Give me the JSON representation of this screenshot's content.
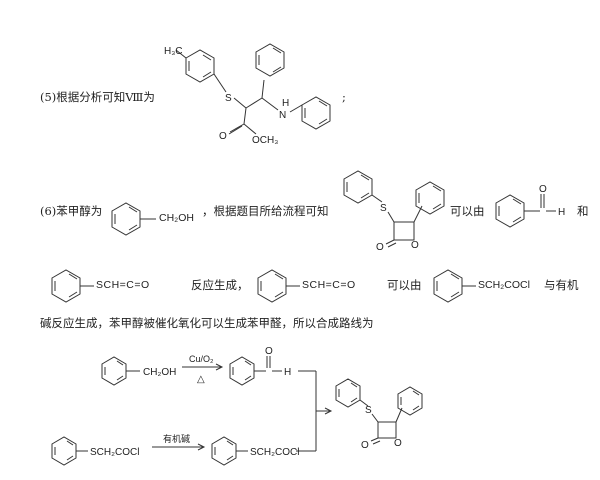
{
  "part5": {
    "intro": "(5)根据分析可知Ⅷ为",
    "tail": ";",
    "atoms": {
      "h3c": "H₃C",
      "s": "S",
      "h": "H",
      "n": "N",
      "o": "O",
      "och3": "OCH₃"
    }
  },
  "part6": {
    "intro": "(6)苯甲醇为",
    "ch2oh": "CH₂OH",
    "mid": "，根据题目所给流程可知",
    "can_from": "可以由",
    "and": "和",
    "aldehyde_h": "H",
    "aldehyde_o": "O",
    "ketene": "SCH=C=O",
    "react_gen": "反应生成，",
    "can_from2": "可以由",
    "acyl": "SCH₂COCl",
    "with_base": "与有机",
    "line3": "碱反应生成，苯甲醇被催化氧化可以生成苯甲醛，所以合成路线为",
    "lactone_atoms": {
      "s": "S",
      "o_ring": "O",
      "o_keto": "O"
    }
  },
  "route": {
    "start_group": "CH₂OH",
    "reagent_top": "Cu/O₂",
    "reagent_bottom": "△",
    "ald_h": "H",
    "ald_o": "O",
    "acyl_start": "SCH₂COCl",
    "base_label": "有机碱",
    "acyl_end": "SCH₂COCl",
    "prod_s": "S",
    "prod_o_ring": "O",
    "prod_o_keto": "O"
  }
}
